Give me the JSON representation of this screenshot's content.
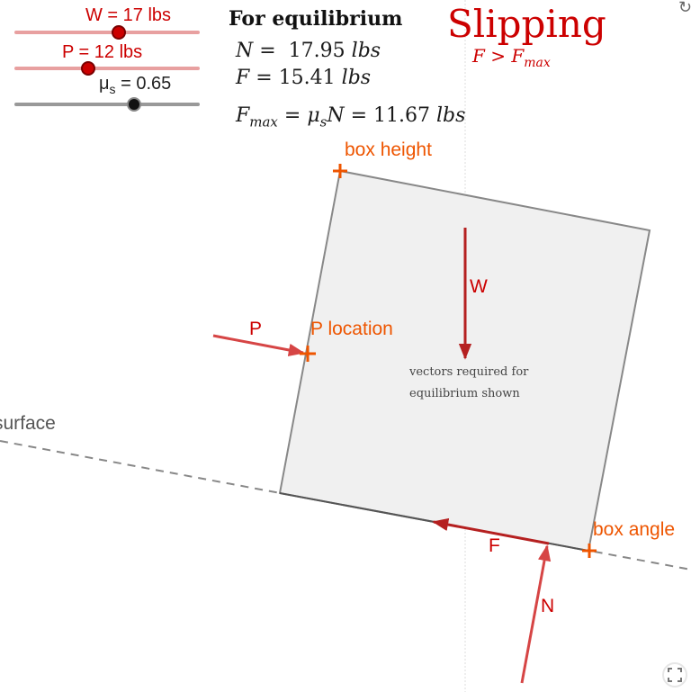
{
  "sliders": [
    {
      "label": "W = 17 lbs",
      "color": "#cc0000",
      "value_fraction": 0.57
    },
    {
      "label": "P = 12 lbs",
      "color": "#cc0000",
      "value_fraction": 0.4
    },
    {
      "label_symbol": "μ",
      "label_subscript": "s",
      "label_rest": " = 0.65",
      "color": "#555555",
      "value_fraction": 0.65
    }
  ],
  "equilibrium": {
    "title": "For equilibrium",
    "n_symbol": "N",
    "n_value": "17.95",
    "f_symbol": "F",
    "f_value": "15.41",
    "unit": "lbs",
    "fmax_symbol": "F",
    "fmax_sub": "max",
    "fmax_expr": "μ",
    "fmax_expr_sub": "s",
    "fmax_n": "N",
    "fmax_value": "11.67"
  },
  "status": {
    "text": "Slipping",
    "condition_left": "F",
    "condition_op": ">",
    "condition_right": "F",
    "condition_right_sub": "max",
    "color": "#cc0000"
  },
  "labels": {
    "box_height": "box height",
    "p_location": "P location",
    "box_angle": "box angle",
    "surface": "surface",
    "p_vector": "P",
    "w_vector": "W",
    "f_vector": "F",
    "n_vector": "N",
    "note_line1": "vectors required for",
    "note_line2": "equilibrium shown"
  },
  "colors": {
    "handle": "#ee5500",
    "vector": "#d64545",
    "vector_dark": "#b52020",
    "box_fill": "#f0f0f0",
    "box_stroke": "#888888"
  },
  "icons": [
    "reset-icon",
    "fullscreen-icon"
  ]
}
